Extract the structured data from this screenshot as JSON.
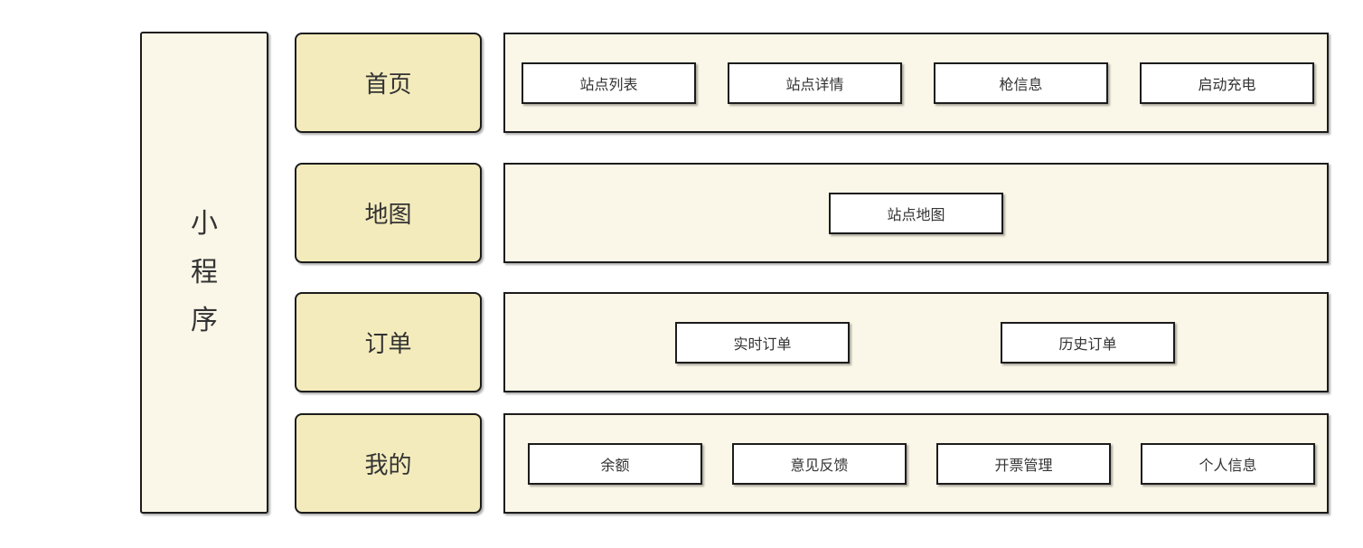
{
  "diagram": {
    "root": {
      "label": "小程序"
    },
    "sections": [
      {
        "label": "首页",
        "items": [
          "站点列表",
          "站点详情",
          "枪信息",
          "启动充电"
        ]
      },
      {
        "label": "地图",
        "items": [
          "站点地图"
        ]
      },
      {
        "label": "订单",
        "items": [
          "实时订单",
          "历史订单"
        ]
      },
      {
        "label": "我的",
        "items": [
          "余额",
          "意见反馈",
          "开票管理",
          "个人信息"
        ]
      }
    ]
  },
  "colors": {
    "canvas_bg": "#ffffff",
    "node_fill_khaki": "#f3ebbc",
    "panel_fill_cream": "#fbf7e8",
    "item_fill_white": "#ffffff",
    "border": "#1c1c1c",
    "text": "#333333"
  }
}
